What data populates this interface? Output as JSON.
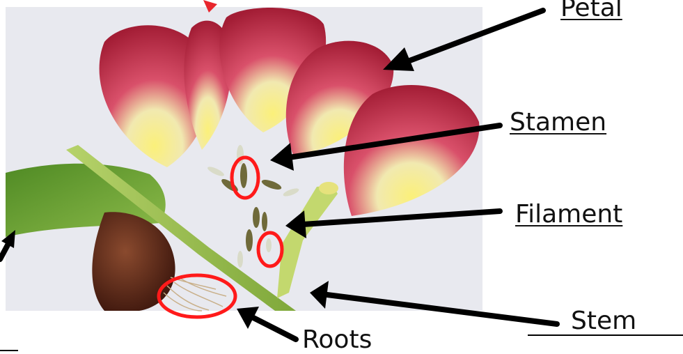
{
  "labels": {
    "petal": "Petal",
    "stamen": "Stamen",
    "filament": "Filament",
    "stem": "Stem",
    "roots": "Roots"
  },
  "colors": {
    "arrow": "#000000",
    "highlight_circle": "#ff1a1a",
    "background_paper": "#e9eaf0",
    "petal_red": "#b3223a",
    "petal_yellow": "#f2e24a",
    "leaf_green": "#5f9a2e",
    "stem_green": "#a8c75a",
    "bulb_brown": "#5a2a1a"
  }
}
